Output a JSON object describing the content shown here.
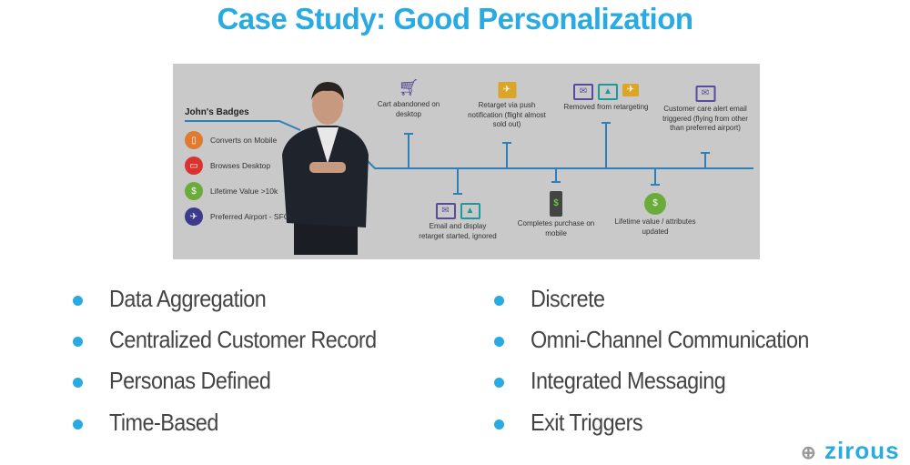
{
  "title": "Case Study: Good Personalization",
  "panel": {
    "badges_heading": "John's Badges",
    "badges": [
      {
        "label": "Converts on Mobile",
        "icon": "mobile-icon",
        "color": "#e07a2e"
      },
      {
        "label": "Browses Desktop",
        "icon": "desktop-icon",
        "color": "#d9322f"
      },
      {
        "label": "Lifetime Value >10k",
        "icon": "money-icon",
        "color": "#6aab3a"
      },
      {
        "label": "Preferred Airport - SFO",
        "icon": "airplane-icon",
        "color": "#3d3a8c"
      }
    ],
    "events": [
      {
        "text": "Cart abandoned on desktop",
        "icon": "cart-icon"
      },
      {
        "text": "Email and display retarget started, ignored",
        "icon": "email-image-icon"
      },
      {
        "text": "Retarget via push notification (flight almost sold out)",
        "icon": "airplane-alert-icon"
      },
      {
        "text": "Completes purchase on mobile",
        "icon": "mobile-dollar-icon"
      },
      {
        "text": "Removed from retargeting",
        "icon": "removed-icons"
      },
      {
        "text": "Lifetime value / attributes updated",
        "icon": "money-plus-icon"
      },
      {
        "text": "Customer care alert email triggered (flying from other than preferred airport)",
        "icon": "email-alert-icon"
      }
    ],
    "line_color": "#2f7fb8"
  },
  "bullets_left": [
    "Data Aggregation",
    "Centralized Customer Record",
    "Personas Defined",
    "Time-Based"
  ],
  "bullets_right": [
    "Discrete",
    "Omni-Channel Communication",
    "Integrated Messaging",
    "Exit Triggers"
  ],
  "logo": "zirous",
  "accent": "#29abe2"
}
